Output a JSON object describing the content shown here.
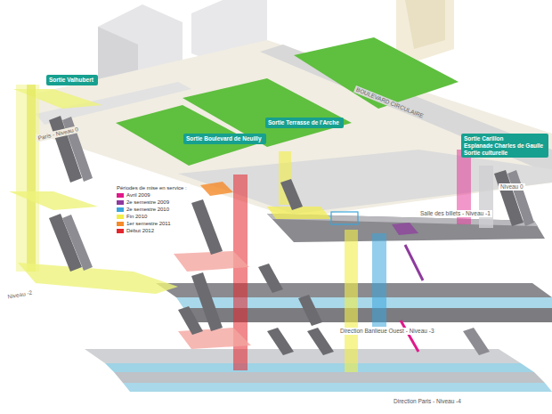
{
  "diagram": {
    "nodes": [
      {
        "text": [
          "Sortie Valhubert"
        ]
      },
      {
        "text": [
          "Sortie Boulevard de Neuilly"
        ]
      },
      {
        "text": [
          "Sortie Terrasse de l'Arche"
        ]
      },
      {
        "text": [
          "Sortie Carillon",
          "Esplanade Charles de Gaulle",
          "Sortie culturelle"
        ]
      }
    ],
    "labels": [
      "Périodes de mise en service :",
      "BOULEVARD CIRCULAIRE",
      "Paris - Niveau 0",
      "Niveau 0",
      "Niveau -2",
      "Salle des billets - Niveau -1",
      "Direction Banlieue Ouest - Niveau -3",
      "Direction Paris - Niveau -4"
    ],
    "legend": [
      {
        "text": "Avril 2009",
        "color": "#e0198a"
      },
      {
        "text": "2e semestre 2009",
        "color": "#8e3a9e"
      },
      {
        "text": "2e semestre 2010",
        "color": "#3ba6dc"
      },
      {
        "text": "Fin 2010",
        "color": "#f2ee4a"
      },
      {
        "text": "1er semestre 2011",
        "color": "#f58a2a"
      },
      {
        "text": "Début 2012",
        "color": "#e3262d"
      }
    ]
  }
}
